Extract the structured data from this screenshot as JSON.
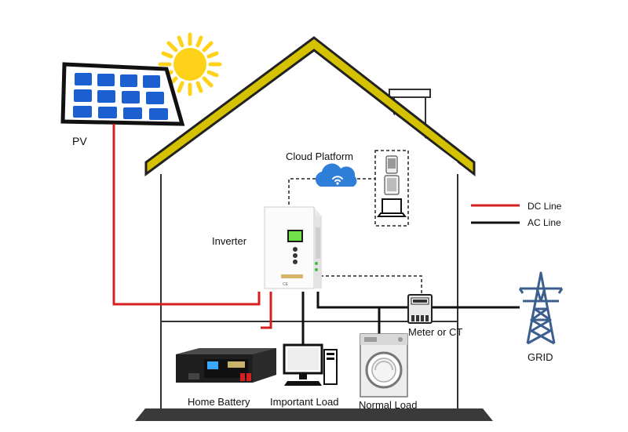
{
  "labels": {
    "pv": "PV",
    "cloud_platform": "Cloud Platform",
    "inverter": "Inverter",
    "meter": "Meter or CT",
    "grid": "GRID",
    "home_battery": "Home Battery",
    "important_load": "Important Load",
    "normal_load": "Normal Load"
  },
  "legend": {
    "dc_line": "DC Line",
    "ac_line": "AC Line"
  },
  "colors": {
    "dc_line": "#d62020",
    "ac_line": "#111111",
    "roof": "#d4c200",
    "panel_cell": "#1b5fd1",
    "sun": "#ffd21a",
    "grid_tower": "#3d5f8f",
    "cloud": "#2f7fd8"
  },
  "icons": [
    "sun-icon",
    "solar-panel-icon",
    "cloud-icon",
    "phone-icon",
    "tablet-icon",
    "laptop-icon",
    "inverter-icon",
    "meter-icon",
    "battery-icon",
    "computer-icon",
    "washing-machine-icon",
    "pylon-icon"
  ]
}
